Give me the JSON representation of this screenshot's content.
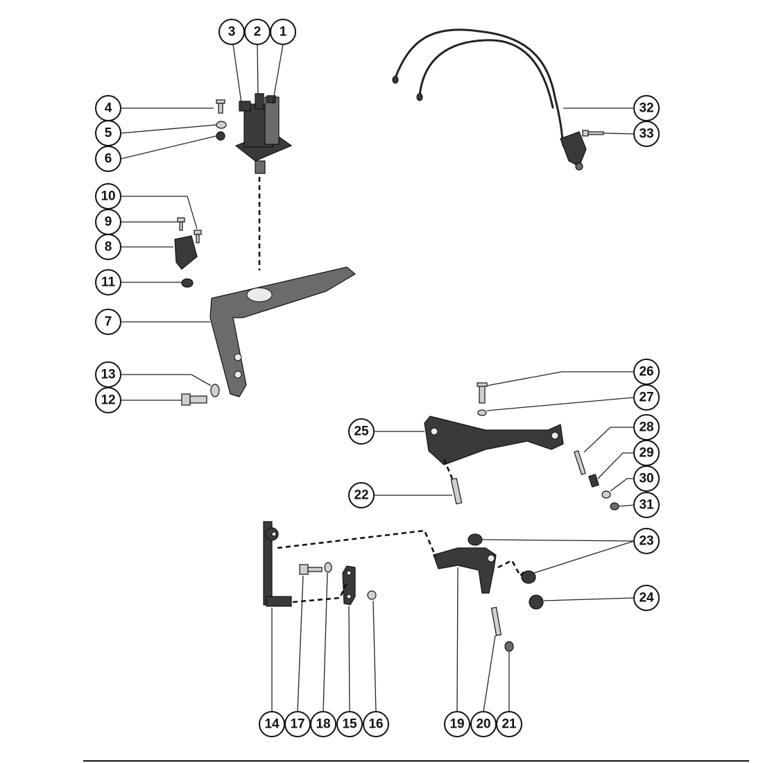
{
  "callouts": [
    {
      "id": "c1",
      "label": "1"
    },
    {
      "id": "c2",
      "label": "2"
    },
    {
      "id": "c3",
      "label": "3"
    },
    {
      "id": "c4",
      "label": "4"
    },
    {
      "id": "c5",
      "label": "5"
    },
    {
      "id": "c6",
      "label": "6"
    },
    {
      "id": "c7",
      "label": "7"
    },
    {
      "id": "c8",
      "label": "8"
    },
    {
      "id": "c9",
      "label": "9"
    },
    {
      "id": "c10",
      "label": "10"
    },
    {
      "id": "c11",
      "label": "11"
    },
    {
      "id": "c12",
      "label": "12"
    },
    {
      "id": "c13",
      "label": "13"
    },
    {
      "id": "c14",
      "label": "14"
    },
    {
      "id": "c15",
      "label": "15"
    },
    {
      "id": "c16",
      "label": "16"
    },
    {
      "id": "c17",
      "label": "17"
    },
    {
      "id": "c18",
      "label": "18"
    },
    {
      "id": "c19",
      "label": "19"
    },
    {
      "id": "c20",
      "label": "20"
    },
    {
      "id": "c21",
      "label": "21"
    },
    {
      "id": "c22",
      "label": "22"
    },
    {
      "id": "c23",
      "label": "23"
    },
    {
      "id": "c24",
      "label": "24"
    },
    {
      "id": "c25",
      "label": "25"
    },
    {
      "id": "c26",
      "label": "26"
    },
    {
      "id": "c27",
      "label": "27"
    },
    {
      "id": "c28",
      "label": "28"
    },
    {
      "id": "c29",
      "label": "29"
    },
    {
      "id": "c30",
      "label": "30"
    },
    {
      "id": "c31",
      "label": "31"
    },
    {
      "id": "c32",
      "label": "32"
    },
    {
      "id": "c33",
      "label": "33"
    }
  ],
  "colors": {
    "ink": "#111111",
    "background": "#ffffff",
    "part": "#3a3a3a"
  }
}
